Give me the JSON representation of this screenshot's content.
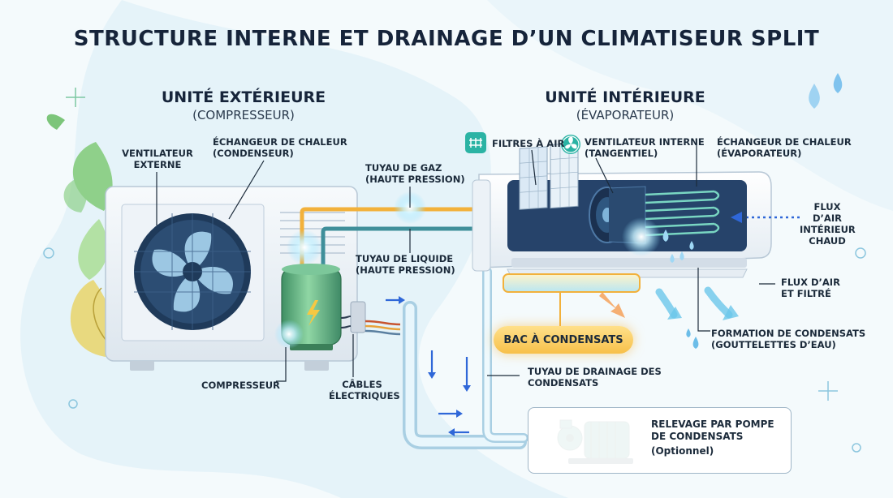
{
  "title": "STRUCTURE INTERNE ET DRAINAGE D’UN CLIMATISEUR SPLIT",
  "outdoor": {
    "heading": "UNITÉ EXTÉRIEURE",
    "subheading": "(COMPRESSEUR)"
  },
  "indoor": {
    "heading": "UNITÉ INTÉRIEURE",
    "subheading": "(ÉVAPORATEUR)"
  },
  "labels": {
    "ventilateur_externe": "VENTILATEUR\nEXTERNE",
    "echangeur_condenseur": "ÉCHANGEUR DE CHALEUR\n(CONDENSEUR)",
    "tuyau_gaz": "TUYAU DE GAZ\n(HAUTE PRESSION)",
    "tuyau_liquide": "TUYAU DE LIQUIDE\n(HAUTE PRESSION)",
    "compresseur": "COMPRESSEUR",
    "cables": "CÂBLES\nÉLECTRIQUES",
    "filtres": "FILTRES À AIR",
    "ventilateur_interne": "VENTILATEUR INTERNE\n(TANGENTIEL)",
    "echangeur_evaporateur": "ÉCHANGEUR DE CHALEUR\n(ÉVAPORATEUR)",
    "flux_chaud": "FLUX D’AIR\nINTÉRIEUR\nCHAUD",
    "flux_filtre": "FLUX D’AIR\nET FILTRÉ",
    "formation": "FORMATION DE CONDENSATS\n(GOUTTELETTES D’EAU)",
    "drainage": "TUYAU DE DRAINAGE DES\nCONDENSATS",
    "bac": "BAC À CONDENSATS",
    "pompe": "RELEVAGE PAR POMPE\nDE CONDENSATS",
    "pompe_optionnel": "(Optionnel)"
  },
  "colors": {
    "navy": "#16243a",
    "gas_pipe": "#f2b13b",
    "liquid_pipe": "#3f8f9a",
    "compressor": "#5fae7a",
    "drain_pipe": "#cfe6f2",
    "arrow_blue": "#2f67d8",
    "airflow": "#6cc7ea",
    "condensate_tray": "#f7c04a"
  },
  "icons": [
    "filter-icon",
    "fan-icon",
    "lightning-icon",
    "water-drop-icon",
    "leaf-icon",
    "sparkle-icon"
  ]
}
